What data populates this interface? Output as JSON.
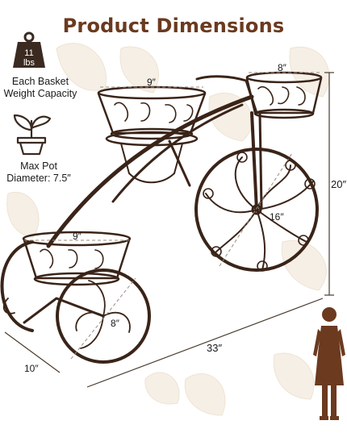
{
  "title": "Product Dimensions",
  "weight_badge": {
    "value": "11",
    "unit": "lbs"
  },
  "capacity_label": [
    "Each Basket",
    "Weight Capacity"
  ],
  "pot_label": [
    "Max Pot",
    "Diameter: 7.5″"
  ],
  "dimensions": {
    "top_basket_left": "9″",
    "top_basket_right": "8″",
    "front_wheel": "16″",
    "height": "20″",
    "bottom_basket": "9″",
    "rear_wheel": "8″",
    "length": "33″",
    "depth": "10″"
  },
  "colors": {
    "title": "#6b3a1f",
    "metal": "#3a2418",
    "icon": "#3b2a20"
  }
}
